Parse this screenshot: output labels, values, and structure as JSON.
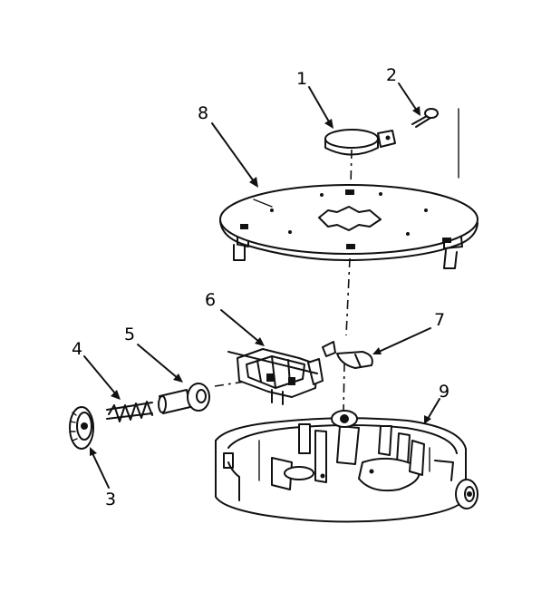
{
  "callouts": [
    {
      "id": "1",
      "text": "1"
    },
    {
      "id": "2",
      "text": "2"
    },
    {
      "id": "3",
      "text": "3"
    },
    {
      "id": "4",
      "text": "4"
    },
    {
      "id": "5",
      "text": "5"
    },
    {
      "id": "6",
      "text": "6"
    },
    {
      "id": "7",
      "text": "7"
    },
    {
      "id": "8",
      "text": "8"
    },
    {
      "id": "9",
      "text": "9"
    }
  ],
  "colors": {
    "line": "#111111",
    "background": "#ffffff"
  }
}
